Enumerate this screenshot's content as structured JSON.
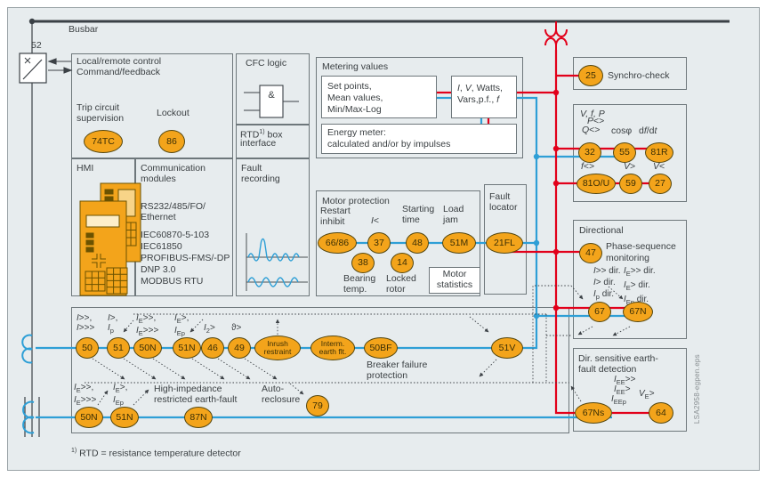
{
  "busbar_label": "Busbar",
  "breaker_label": "52",
  "control": {
    "line1": "Local/remote control",
    "line2": "Command/feedback",
    "trip1": "Trip circuit",
    "trip2": "supervision",
    "lockout": "Lockout"
  },
  "cfc": {
    "title": "CFC logic",
    "gate": "&"
  },
  "rtd": {
    "line1_html": "RTD<sup>1)</sup> box",
    "line2": "interface"
  },
  "hmi": {
    "title": "HMI"
  },
  "comm": {
    "title1": "Communication",
    "title2": "modules",
    "phys1": "RS232/485/FO/",
    "phys2": "Ethernet",
    "protocols": [
      "IEC60870-5-103",
      "IEC61850",
      "PROFIBUS-FMS/-DP",
      "DNP 3.0",
      "MODBUS RTU"
    ]
  },
  "frec": {
    "title1": "Fault",
    "title2": "recording"
  },
  "metering": {
    "title": "Metering values",
    "sp1": "Set points,",
    "sp2": "Mean values,",
    "sp3": "Min/Max-Log",
    "iv1_html": "<i>I</i>, <i>V</i>, Watts,",
    "iv2_html": "Vars,p.f., <i>f</i>",
    "en1": "Energy meter:",
    "en2": "calculated and/or by impulses"
  },
  "synchro": {
    "label": "Synchro-check"
  },
  "vfp": {
    "title_html": "<i>V, f, P</i>",
    "pq1_html": "<i>P</i>&lt;&gt;",
    "pq2_html": "<i>Q</i>&lt;&gt;",
    "cos": "cosφ",
    "dfdt_html": "d<i>f</i>/d<i>t</i>",
    "f_html": "<i>f</i>&lt;&gt;",
    "vgt_html": "<i>V</i>&gt;",
    "vlt_html": "<i>V</i>&lt;"
  },
  "motor": {
    "title": "Motor protection",
    "restart1": "Restart",
    "restart2": "inhibit",
    "ilt_html": "<i>I</i>&lt;",
    "start1": "Starting",
    "start2": "time",
    "load1": "Load",
    "load2": "jam",
    "bear1": "Bearing",
    "bear2": "temp.",
    "rotor1": "Locked",
    "rotor2": "rotor",
    "stats1": "Motor",
    "stats2": "statistics"
  },
  "flocator": {
    "title1": "Fault",
    "title2": "locator"
  },
  "directional": {
    "title": "Directional",
    "ps1": "Phase-sequence",
    "ps2": "monitoring",
    "c1r1_html": "<i>I</i>&gt;&gt; dir.",
    "c1r2_html": "<i>I</i>&gt; dir.",
    "c1r3_html": "<i>I</i><sub>p</sub> dir.",
    "c2r1_html": "<i>I</i><sub>E</sub>&gt;&gt; dir.",
    "c2r2_html": "<i>I</i><sub>E</sub>&gt; dir.",
    "c2r3_html": "<i>I</i><sub>Ep</sub> dir."
  },
  "dirsens": {
    "title1": "Dir. sensitive earth-",
    "title2": "fault detection",
    "l1_html": "<i>I</i><sub>EE</sub>&gt;&gt;",
    "l2_html": "<i>I</i><sub>EE</sub>&gt;",
    "l3_html": "<i>I</i><sub>EEp</sub>",
    "l4_html": "<i>V</i><sub>E</sub>&gt;"
  },
  "main_row": {
    "l50a_html": "<i>I</i>&gt;&gt;,",
    "l50b_html": "<i>I</i>&gt;&gt;&gt;",
    "l51a_html": "<i>I</i>&gt;,",
    "l51b_html": "<i>I</i><sub>p</sub>",
    "l50na_html": "<i>I</i><sub>E</sub>&gt;&gt;,",
    "l50nb_html": "<i>I</i><sub>E</sub>&gt;&gt;&gt;",
    "l51na_html": "<i>I</i><sub>E</sub>&gt;,",
    "l51nb_html": "<i>I</i><sub>Ep</sub>",
    "l46_html": "<i>I</i><sub>2</sub>&gt;",
    "l49_html": "&#977;&gt;",
    "inrush1": "Inrush",
    "inrush2": "restraint",
    "interm1": "Interm.",
    "interm2": "earth flt.",
    "bf1": "Breaker failure",
    "bf2": "protection"
  },
  "bottom_row": {
    "l50na_html": "<i>I</i><sub>E</sub>&gt;&gt;,",
    "l50nb_html": "<i>I</i><sub>E</sub>&gt;&gt;&gt;",
    "l51na_html": "<i>I</i><sub>E</sub>&gt;,",
    "l51nb_html": "<i>I</i><sub>Ep</sub>",
    "hi1": "High-impedance",
    "hi2": "restricted earth-fault",
    "ar1": "Auto-",
    "ar2": "reclosure"
  },
  "ansi": {
    "o74tc": "74TC",
    "o86": "86",
    "o25": "25",
    "o32": "32",
    "o55": "55",
    "o81r": "81R",
    "o81ou": "81O/U",
    "o59": "59",
    "o27": "27",
    "o47": "47",
    "o67": "67",
    "o67n": "67N",
    "o67ns": "67Ns",
    "o64": "64",
    "o6686": "66/86",
    "o37": "37",
    "o48": "48",
    "o51m": "51M",
    "o21fl": "21FL",
    "o38": "38",
    "o14": "14",
    "o50": "50",
    "o51": "51",
    "o50n": "50N",
    "o51n": "51N",
    "o46": "46",
    "o49": "49",
    "o50bf": "50BF",
    "o51v": "51V",
    "o79": "79",
    "o50n2": "50N",
    "o51n2": "51N",
    "o87n": "87N"
  },
  "footnote_html": "<sup>1)</sup> RTD = resistance temperature detector",
  "watermark": "LSA2958-egpen.eps",
  "colors": {
    "red": "#e2001a",
    "blue": "#2e9fd6",
    "orange": "#f3a41b"
  }
}
